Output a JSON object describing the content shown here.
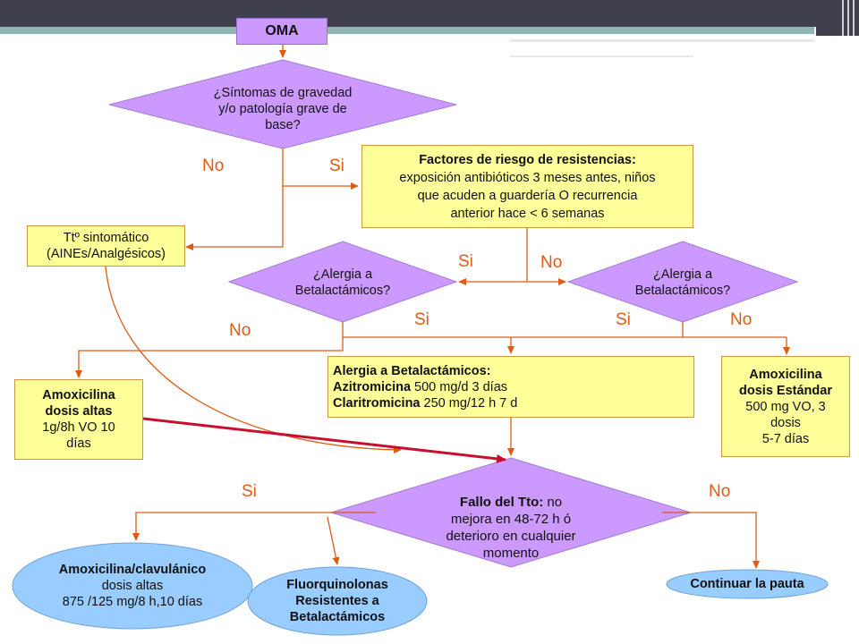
{
  "nodes": {
    "oma": "OMA",
    "q_gravedad": [
      "¿Síntomas de gravedad",
      "y/o patología grave de",
      "base?"
    ],
    "factores": {
      "title": "Factores de riesgo de resistencias:",
      "lines": [
        "exposición antibióticos 3 meses antes, niños",
        "que acuden a guardería O recurrencia",
        "anterior hace < 6 semanas"
      ]
    },
    "sintomatico": [
      "Ttº sintomático",
      "(AINEs/Analgésicos)"
    ],
    "alergia_left": [
      "¿Alergia a",
      "Betalactámicos?"
    ],
    "alergia_right": [
      "¿Alergia a",
      "Betalactámicos?"
    ],
    "alergia_box": {
      "title": "Alergia a Betalactámicos:",
      "azi_name": "Azitromicina",
      "azi_dose": " 500 mg/d 3 días",
      "cla_name": "Claritromicina",
      "cla_dose": " 250 mg/12 h 7 d"
    },
    "amox_altas": {
      "title1": "Amoxicilina",
      "title2": "dosis altas",
      "lines": [
        "1g/8h  VO 10",
        "días"
      ]
    },
    "amox_estandar": {
      "title1": "Amoxicilina",
      "title2": "dosis Estándar",
      "lines": [
        "500  mg VO, 3",
        "dosis",
        "5-7  días"
      ]
    },
    "fallo": {
      "bold": "Fallo del Tto:",
      "rest1": " no",
      "lines": [
        "mejora en 48-72 h ó",
        "deterioro en cualquier",
        "momento"
      ]
    },
    "amox_clav": {
      "title": "Amoxicilina/clavulánico",
      "lines": [
        "dosis altas",
        "875 /125 mg/8 h,10 días"
      ]
    },
    "fluoro": [
      "Fluorquinolonas",
      "Resistentes a",
      "Betalactámicos"
    ],
    "continuar": "Continuar la pauta"
  },
  "labels": {
    "no_1": "No",
    "si_1": "Si",
    "si_2": "Si",
    "no_2": "No",
    "no_3": "No",
    "si_3": "Si",
    "si_4": "Si",
    "no_4": "No",
    "si_5": "Si",
    "no_5": "No"
  },
  "colors": {
    "decision_fill": "#cc99ff",
    "box_fill": "#ffff99",
    "arrow": "#e05a14",
    "ellipse_fill": "#99ccff",
    "topbar": "#3f3f4e",
    "accent": "#8fb6b4"
  }
}
